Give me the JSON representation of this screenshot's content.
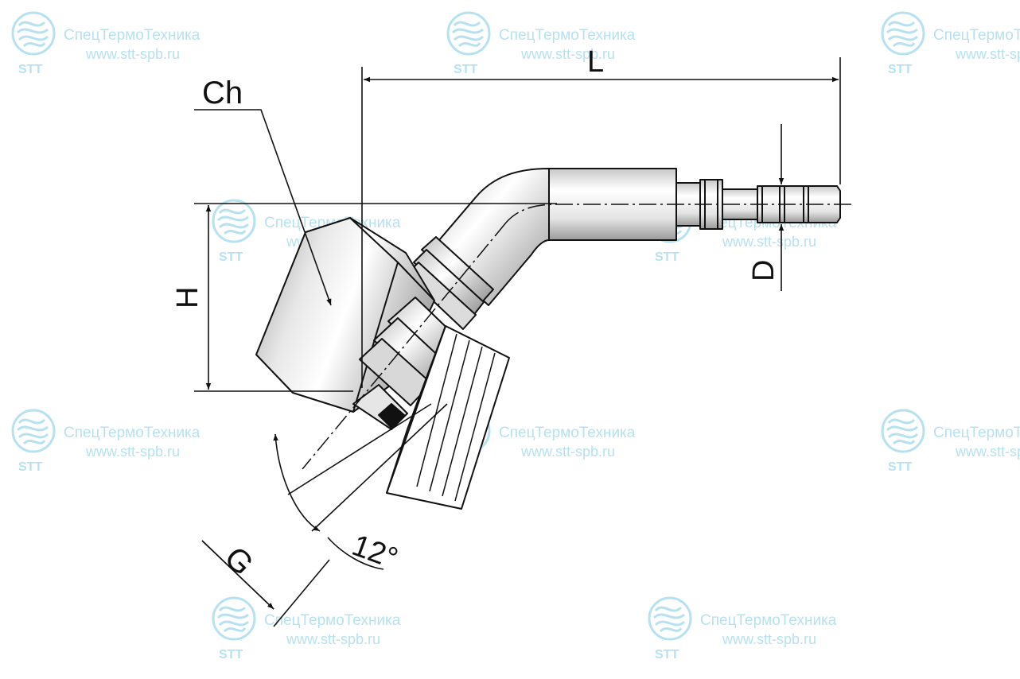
{
  "labels": {
    "chamfer": "Ch",
    "length": "L",
    "height": "H",
    "diameter": "D",
    "thread": "G",
    "angle": "12°"
  },
  "watermark": {
    "company": "СпецТермоТехника",
    "url": "www.stt-spb.ru",
    "logo_text": "STT",
    "color": "#a9dcef"
  },
  "colors": {
    "line": "#111111",
    "metal_light": "#f2f2f2",
    "metal_mid": "#c8c8c8",
    "metal_dark": "#8c8c8c"
  }
}
